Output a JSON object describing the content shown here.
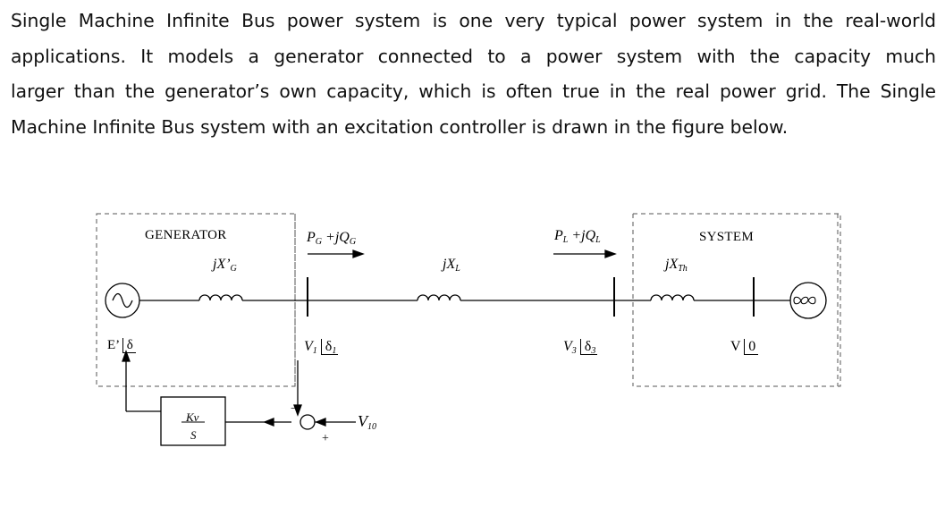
{
  "paragraph": {
    "lines": [
      "Single Machine Infinite Bus power system is one very typical power system in the real-world",
      "applications. It models a generator connected to a power system with the capacity much",
      "larger than the generator’s own capacity, which is often true in the real power grid.  The Single",
      "Machine Infinite Bus system with an excitation controller is drawn in the figure below."
    ]
  },
  "figure": {
    "generator_label": "GENERATOR",
    "system_label": "SYSTEM",
    "xg_label": {
      "main": "jX’",
      "sub": "G"
    },
    "xl_label": {
      "main": "jX",
      "sub": "L"
    },
    "xth_label": {
      "main": "jX",
      "sub": "Th"
    },
    "pg_label": {
      "p": "P",
      "psub": "G",
      "mid": "+jQ",
      "qsub": "G"
    },
    "pl_label": {
      "p": "P",
      "psub": "L",
      "mid": "+jQ",
      "qsub": "L"
    },
    "v1_label": {
      "main": "V",
      "sub": "1",
      "angle": "δ",
      "angle_sub": "1"
    },
    "v3_label": {
      "main": "V",
      "sub": "3",
      "angle": "δ",
      "angle_sub": "3"
    },
    "v_label": {
      "main": "V",
      "angle": "0"
    },
    "e_label": {
      "main": "E’",
      "angle": "δ"
    },
    "v10_label": {
      "main": "V",
      "sub": "10"
    },
    "controller": {
      "numerator": "Kv",
      "denominator": "S"
    },
    "summer_minus": "−",
    "summer_plus": "+"
  }
}
